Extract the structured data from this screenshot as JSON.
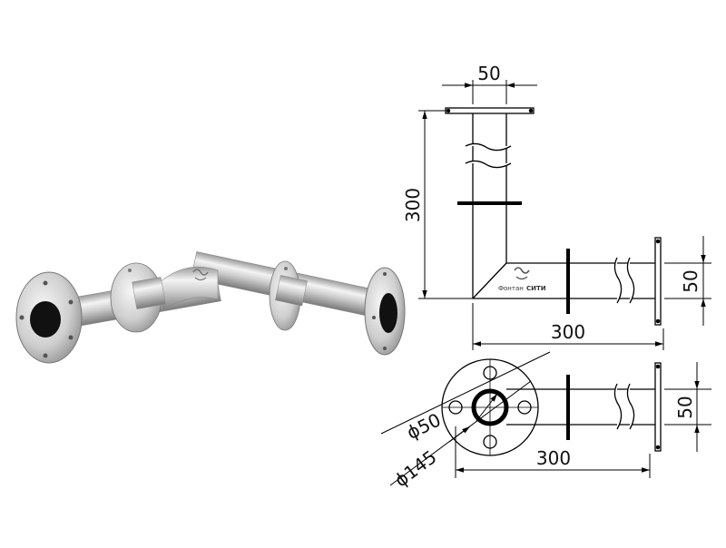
{
  "product": {
    "logo_text_regular": "Фонтан",
    "logo_text_bold": "СИТИ"
  },
  "drawings": {
    "elevation": {
      "top_width": "50",
      "vertical_length": "300",
      "horizontal_length": "300",
      "pipe_height": "50"
    },
    "plan": {
      "bore_diameter": "ϕ50",
      "flange_diameter": "ϕ145",
      "length": "300",
      "pipe_height": "50"
    }
  },
  "colors": {
    "line": "#000000",
    "steel_light": "#f2f2f2",
    "steel_dark": "#8a8a8a",
    "bore": "#111111"
  }
}
